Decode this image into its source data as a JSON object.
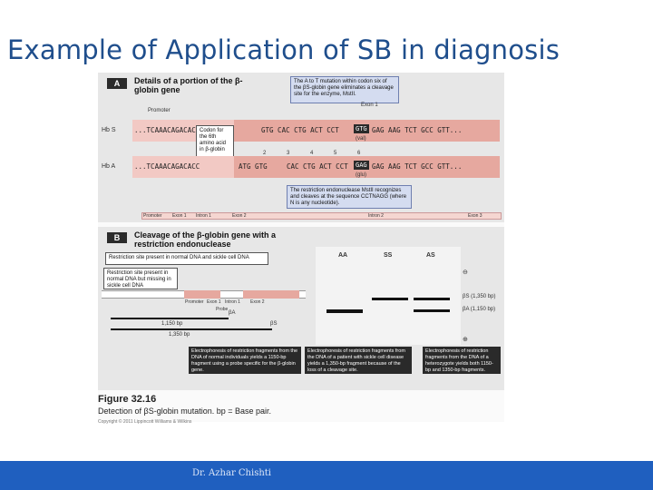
{
  "slide": {
    "title": "Example of Application of SB in diagnosis",
    "footer": "Dr. Azhar Chishti"
  },
  "figure": {
    "panel_a": {
      "badge": "A",
      "title": "Details of a portion of the β-globin gene",
      "callout_top": "The A to T mutation within codon six of the βS-globin gene eliminates a cleavage site for the enzyme, MstII.",
      "promoter": "Promoter",
      "exon1": "Exon 1",
      "hbs_label": "Hb S",
      "hba_label": "Hb A",
      "hbs_seq_left": "...TCAAACAGACACC",
      "hbs_seq_right": "GTG CAC CTG ACT CCT",
      "hbs_codon6": "GTG",
      "hbs_seq_tail": "GAG AAG TCT GCC GTT...",
      "hbs_val": "(val)",
      "hba_seq_left": "...TCAAACAGACACC",
      "hba_atg": "ATG GTG",
      "hba_seq_right": "CAC CTG ACT CCT",
      "hba_codon6": "GAG",
      "hba_seq_tail": "GAG AAG TCT GCC GTT...",
      "hba_glu": "(glu)",
      "codon_numbers": [
        "2",
        "3",
        "4",
        "5",
        "6"
      ],
      "codon_callout": "Codon for the 6th amino acid in β-globin",
      "enzyme_callout": "The restriction endonuclease MstII recognizes and cleaves at the sequence CCTNAGG (where N is any nucleotide).",
      "gene_map": [
        "Promoter",
        "Exon 1",
        "Intron 1",
        "Exon 2",
        "Intron 2",
        "Exon 3"
      ]
    },
    "panel_b": {
      "badge": "B",
      "title": "Cleavage of the β-globin gene with a restriction endonuclease",
      "site_callout": "Restriction site present in normal DNA and sickle cell DNA",
      "missing_callout": "Restriction site present in normal DNA but missing in sickle cell DNA",
      "map_labels": [
        "Promoter",
        "Exon 1",
        "Intron 1",
        "Exon 2"
      ],
      "probe_label": "Probe",
      "beta_a": "βA",
      "beta_s": "βS",
      "frag_1150": "1,150 bp",
      "frag_1350": "1,350 bp",
      "lanes": [
        "AA",
        "SS",
        "AS"
      ],
      "sign_minus": "⊖",
      "sign_plus": "⊕",
      "band_bs": "βS (1,350 bp)",
      "band_ba": "βA (1,150 bp)",
      "callout_1": "Electrophoresis of restriction fragments from the DNA of normal individuals yields a 1150-bp fragment using a probe specific for the β-globin gene.",
      "callout_2": "Electrophoresis of restriction fragments from the DNA of a patient with sickle cell disease yields a 1,350-bp fragment because of the loss of a cleavage site.",
      "callout_3": "Electrophoresis of restriction fragments from the DNA of a heterozygote yields both 1150-bp and 1350-bp fragments."
    },
    "caption": {
      "label": "Figure 32.16",
      "desc": "Detection of βS-globin mutation. bp = Base pair.",
      "copyright": "Copyright © 2011 Lippincott Williams & Wilkins"
    }
  }
}
